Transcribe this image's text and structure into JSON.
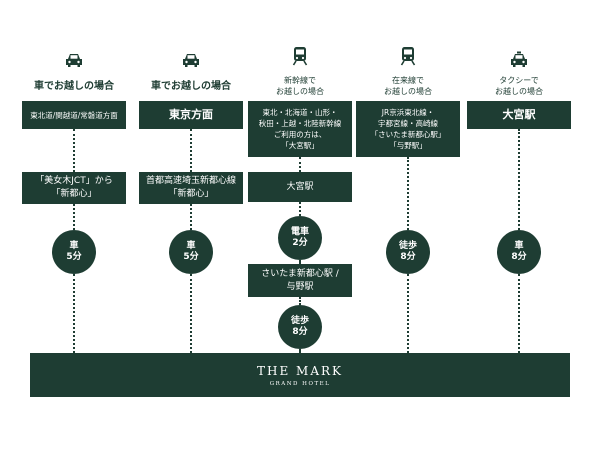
{
  "columns": [
    {
      "icon": "car-icon",
      "header_lines": [
        "車でお越しの場合"
      ],
      "route_lines": [
        "東北道/関越道/常磐道方面"
      ],
      "step_lines": [
        "「美女木JCT」から",
        "「新都心」"
      ],
      "time_lines": [
        "車",
        "5分"
      ]
    },
    {
      "icon": "car-icon",
      "header_lines": [
        "車でお越しの場合"
      ],
      "route_lines": [
        "東京方面"
      ],
      "step_lines": [
        "首都高速埼玉新都心線",
        "「新都心」"
      ],
      "time_lines": [
        "車",
        "5分"
      ]
    },
    {
      "icon": "train-icon",
      "header_lines": [
        "新幹線で",
        "お越しの場合"
      ],
      "route_lines": [
        "東北・北海道・山形・",
        "秋田・上越・北陸新幹線",
        "ご利用の方は、",
        "「大宮駅」"
      ],
      "station1": "大宮駅",
      "time1_lines": [
        "電車",
        "2分"
      ],
      "station2_lines": [
        "さいたま新都心駅 /",
        "与野駅"
      ],
      "time2_lines": [
        "徒歩",
        "8分"
      ]
    },
    {
      "icon": "train-icon",
      "header_lines": [
        "在来線で",
        "お越しの場合"
      ],
      "route_lines": [
        "JR京浜東北線・",
        "宇都宮線・高崎線",
        "「さいたま新都心駅」",
        "「与野駅」"
      ],
      "time_lines": [
        "徒歩",
        "8分"
      ]
    },
    {
      "icon": "taxi-icon",
      "header_lines": [
        "タクシーで",
        "お越しの場合"
      ],
      "route_lines": [
        "大宮駅"
      ],
      "time_lines": [
        "車",
        "8分"
      ]
    }
  ],
  "destination": {
    "name": "THE MARK",
    "subtitle": "GRAND HOTEL"
  },
  "colors": {
    "primary": "#1e3d33",
    "background": "#ffffff"
  }
}
